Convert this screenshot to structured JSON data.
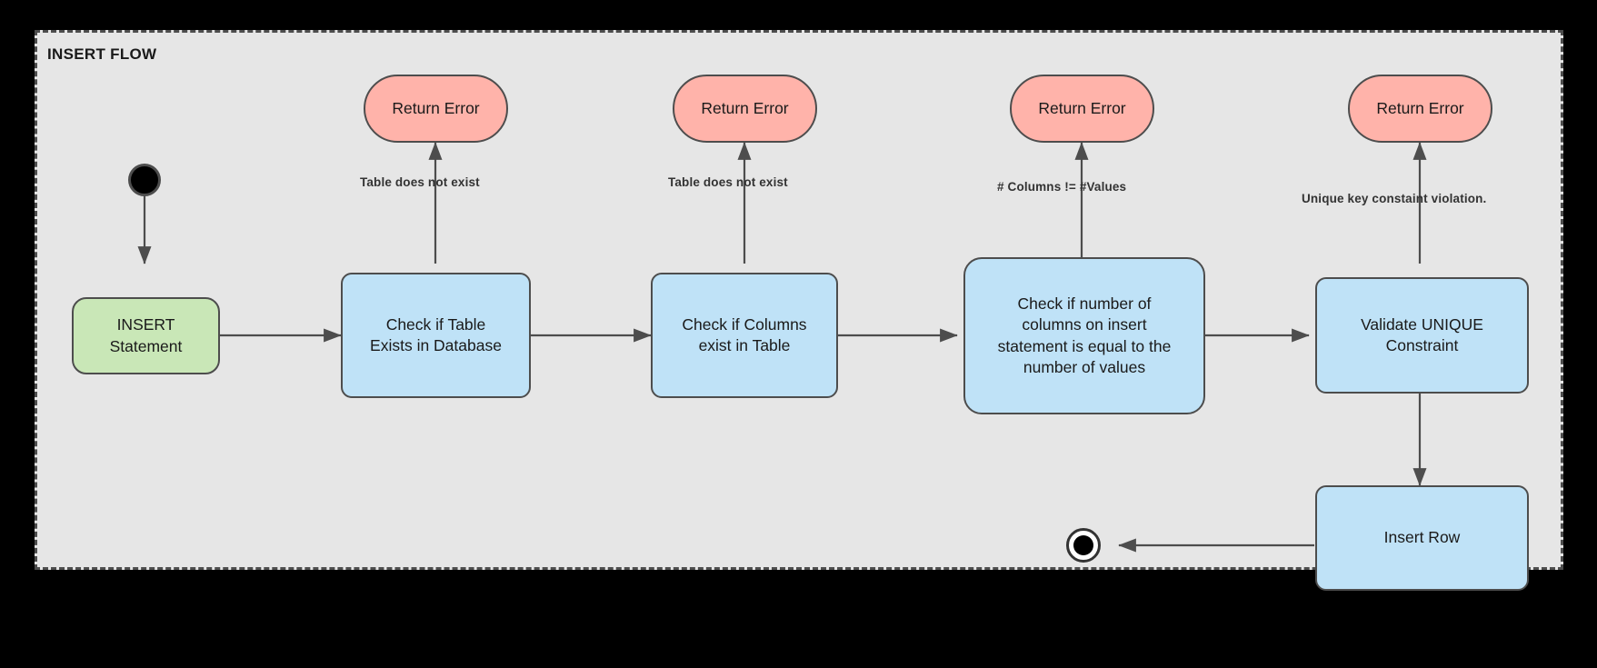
{
  "frame": {
    "title": "INSERT FLOW"
  },
  "nodes": {
    "start": {
      "name": "start-node"
    },
    "insert_statement": {
      "label": "INSERT\nStatement",
      "color": "#c9e7b7"
    },
    "check_table": {
      "label": "Check if Table\nExists in Database",
      "color": "#bfe2f7"
    },
    "check_columns": {
      "label": "Check if Columns\nexist in Table",
      "color": "#bfe2f7"
    },
    "check_counts": {
      "label": "Check if number of\ncolumns on insert\nstatement is equal to the\nnumber of values",
      "color": "#bfe2f7"
    },
    "validate_unique": {
      "label": "Validate UNIQUE\nConstraint",
      "color": "#bfe2f7"
    },
    "insert_row": {
      "label": "Insert Row",
      "color": "#bfe2f7"
    },
    "error_1": {
      "label": "Return Error",
      "color": "#ffb3aa"
    },
    "error_2": {
      "label": "Return Error",
      "color": "#ffb3aa"
    },
    "error_3": {
      "label": "Return Error",
      "color": "#ffb3aa"
    },
    "error_4": {
      "label": "Return Error",
      "color": "#ffb3aa"
    },
    "end": {
      "name": "end-node"
    }
  },
  "edge_labels": {
    "e1": "Table does not exist",
    "e2": "Table does not exist",
    "e3": "# Columns != #Values",
    "e4": "Unique key constaint violation."
  },
  "colors": {
    "frame_bg": "#e6e6e6",
    "frame_border": "#4d4d4d",
    "node_border": "#4d4d4d",
    "edge": "#4d4d4d",
    "text": "#1a1a1a",
    "label_text": "#333333",
    "green": "#c9e7b7",
    "blue": "#bfe2f7",
    "pink": "#ffb3aa",
    "page_bg": "#000000"
  }
}
